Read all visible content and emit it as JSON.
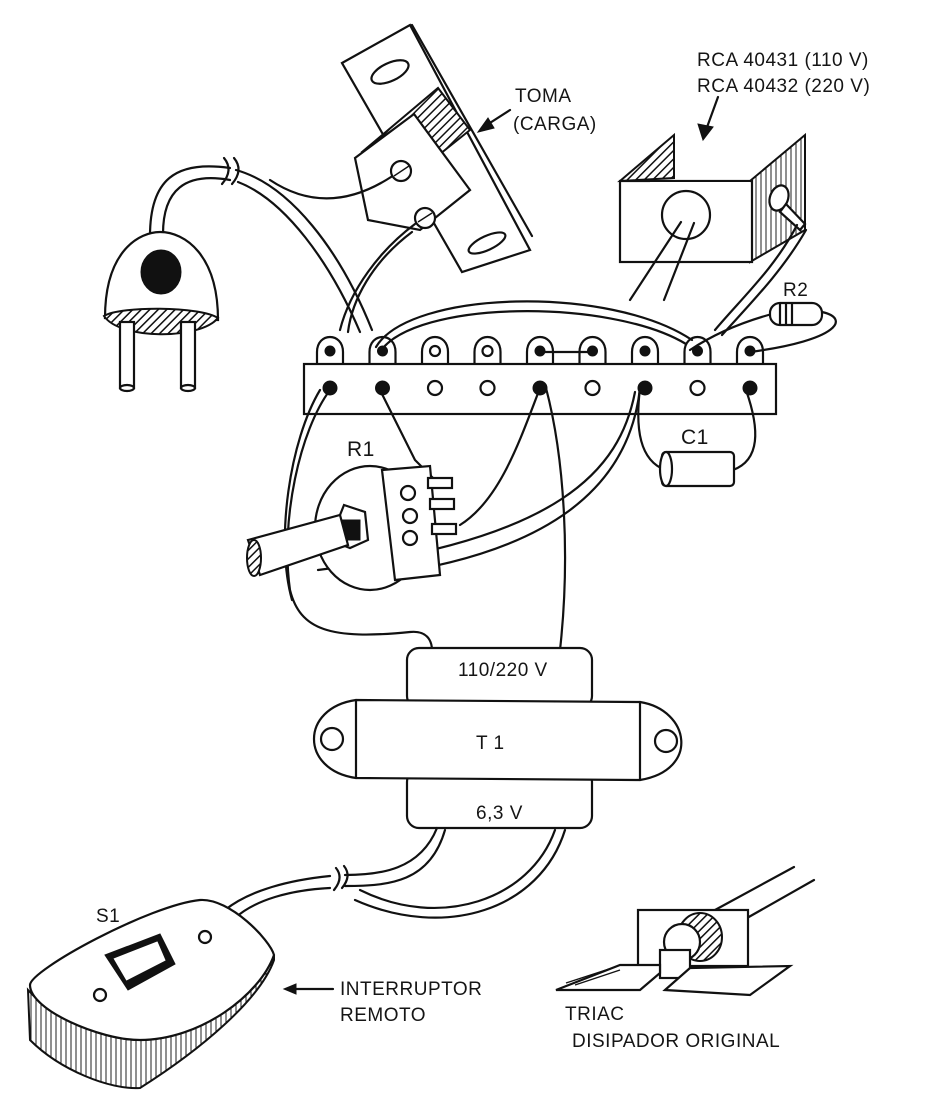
{
  "figure": {
    "type": "wiring assembly diagram",
    "colors": {
      "ink": "#111111",
      "paper": "#ffffff"
    }
  },
  "labels": {
    "triac_model_110": "RCA 40431 (110 V)",
    "triac_model_220": "RCA 40432 (220 V)",
    "outlet_line1": "TOMA",
    "outlet_line2": "(CARGA)",
    "r2": "R2",
    "r1": "R1",
    "c1": "C1",
    "transformer_primary": "110/220 V",
    "transformer_name": "T 1",
    "transformer_secondary": "6,3 V",
    "switch_name": "S1",
    "switch_line1": "INTERRUPTOR",
    "switch_line2": "REMOTO",
    "triac_detail_line1": "TRIAC",
    "triac_detail_line2": "DISIPADOR  ORIGINAL"
  },
  "components": [
    {
      "id": "plug",
      "name": "Mains plug"
    },
    {
      "id": "outlet",
      "name": "Toma (carga)"
    },
    {
      "id": "triac",
      "name": "Triac on heatsink"
    },
    {
      "id": "terminal_strip",
      "name": "Terminal strip",
      "lugs": 9
    },
    {
      "id": "R1",
      "name": "Potentiometer"
    },
    {
      "id": "R2",
      "name": "Resistor"
    },
    {
      "id": "C1",
      "name": "Capacitor"
    },
    {
      "id": "T1",
      "name": "Transformer"
    },
    {
      "id": "S1",
      "name": "Remote switch"
    }
  ]
}
